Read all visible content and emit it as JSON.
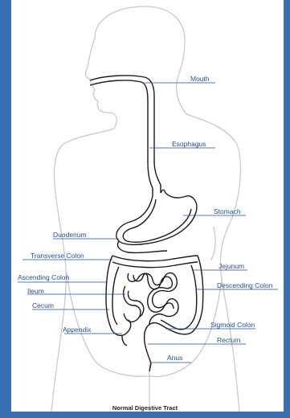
{
  "colors": {
    "background": "#3a6fb0",
    "label_text": "#1f4e9c",
    "leader_line": "#1f4e9c",
    "outline": "#1a1a1a",
    "body_outline": "#c9c9c9"
  },
  "labels": {
    "mouth": "Mouth",
    "esophagus": "Esophagus",
    "stomach": "Stomach",
    "duodenum": "Duodenum",
    "transverse_colon": "Transverse Colon",
    "jejunum": "Jejunum",
    "ascending_colon": "Ascending Colon",
    "descending_colon": "Descending Colon",
    "ileum": "Ileum",
    "cecum": "Cecum",
    "sigmoid_colon": "Sigmoid Colon",
    "appendix": "Appendix",
    "rectum": "Rectum",
    "anus": "Anus"
  },
  "caption": "Normal Digestive Tract"
}
